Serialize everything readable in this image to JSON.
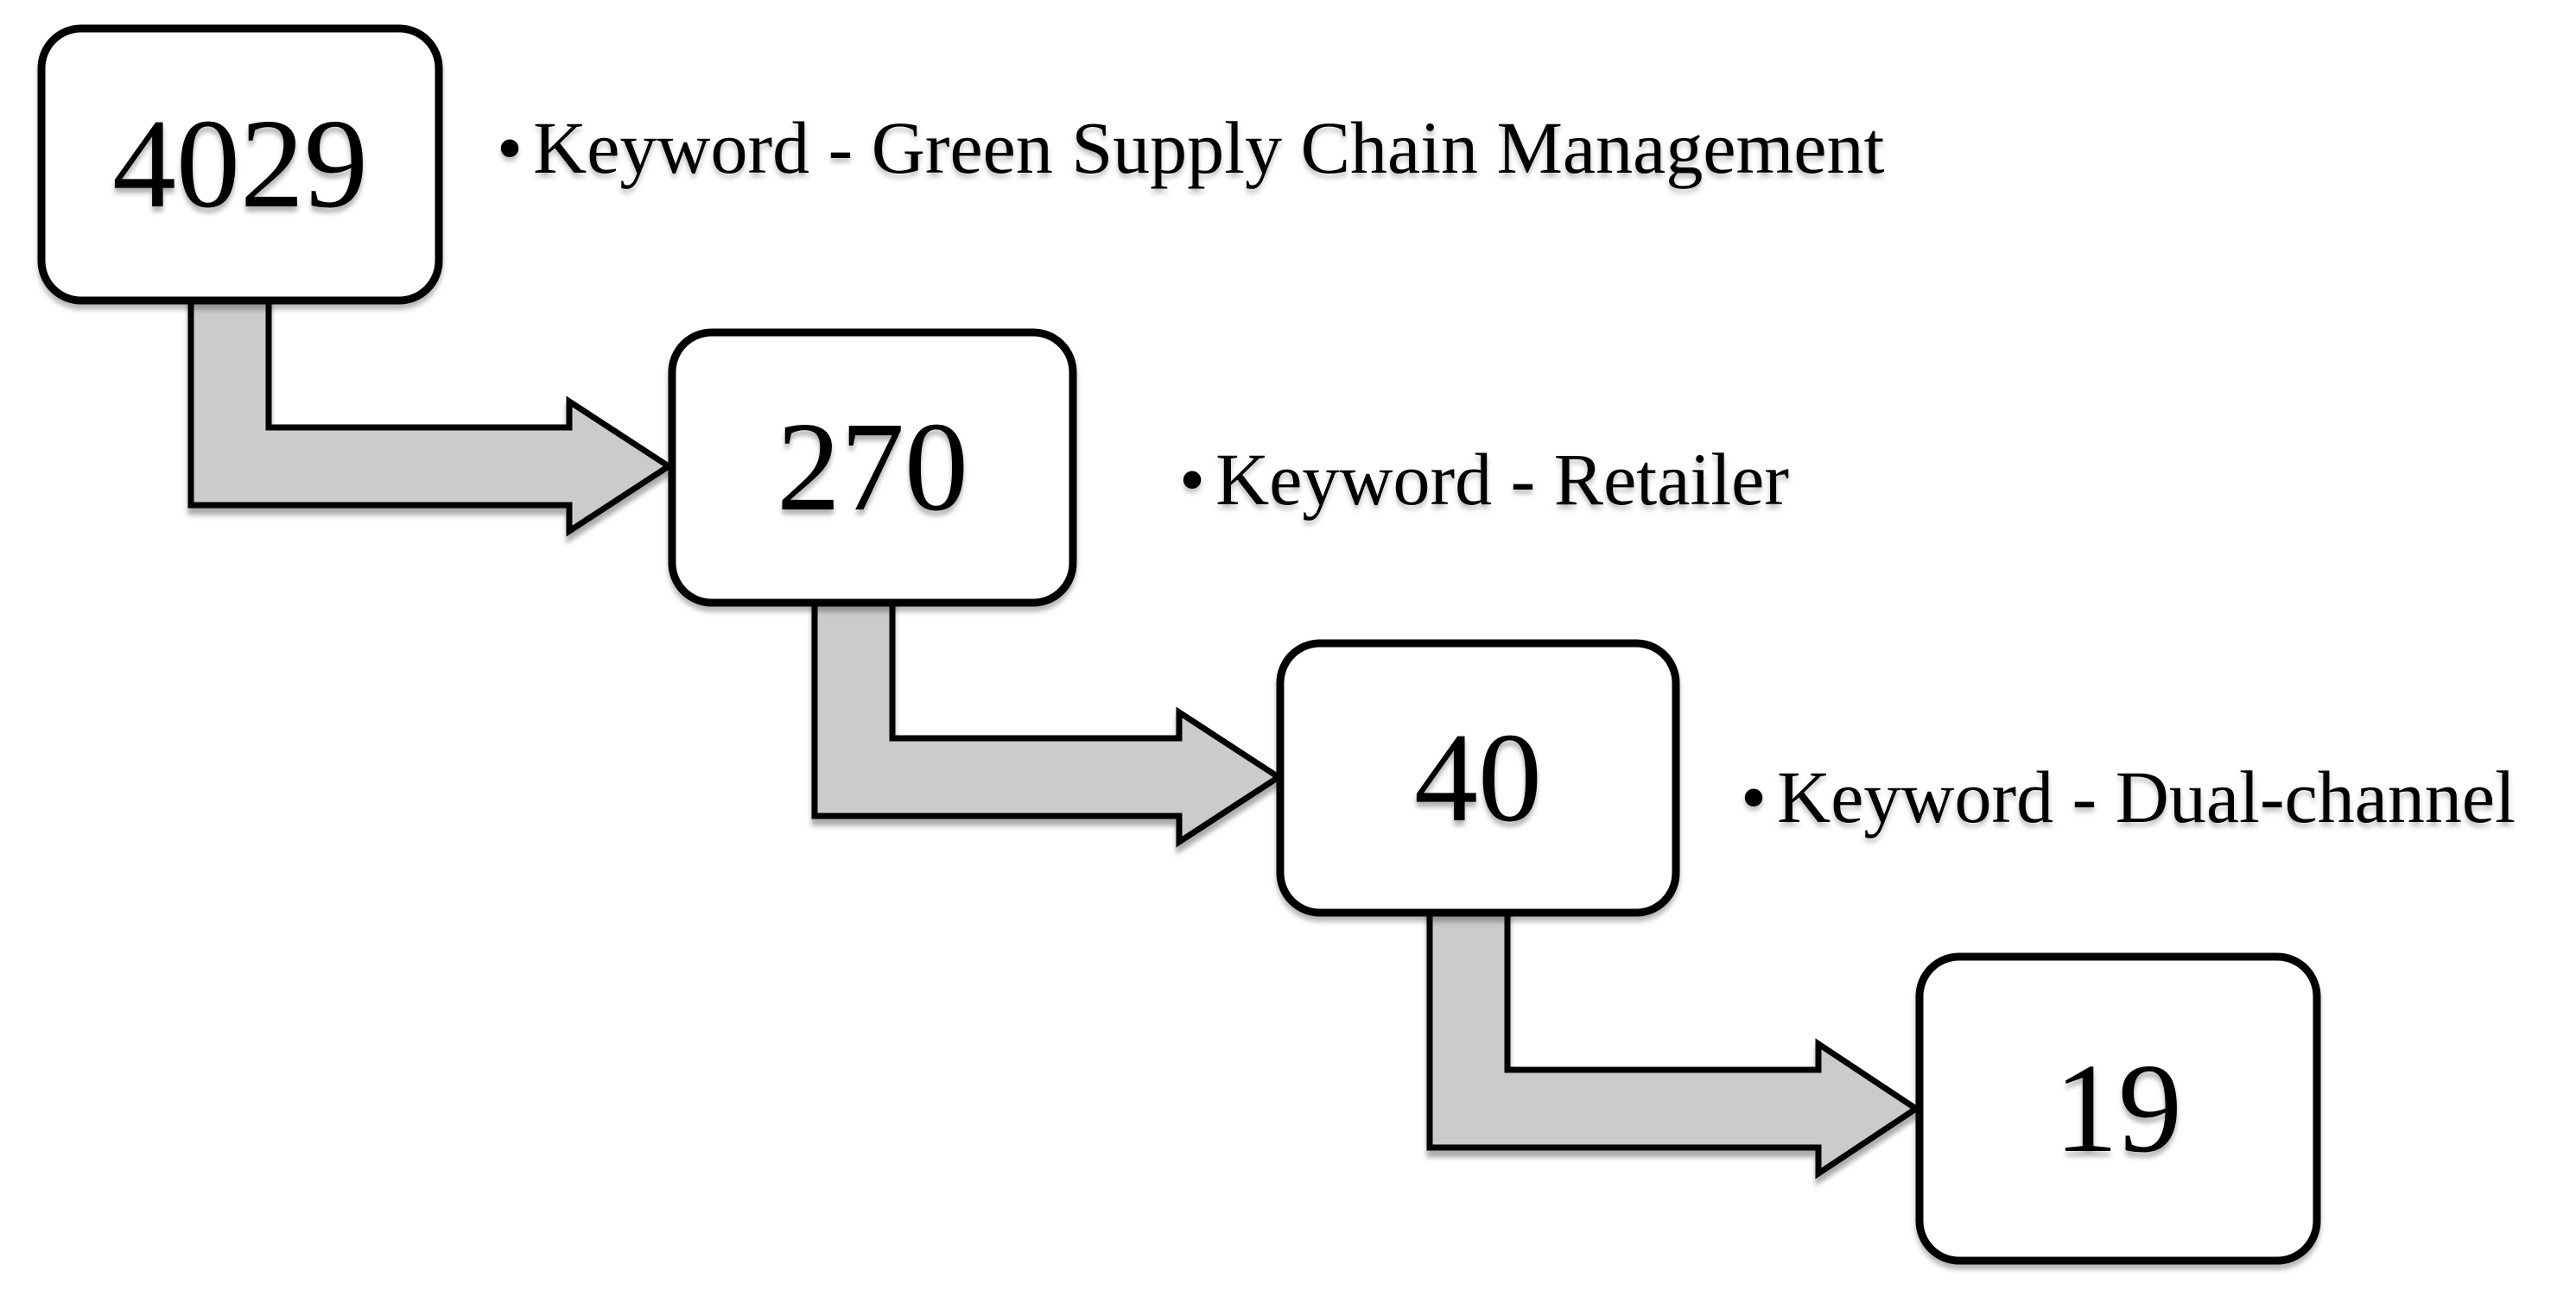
{
  "colors": {
    "background": "#ffffff",
    "box_fill": "#ffffff",
    "outline": "#000000",
    "arrow_fill": "#cbcbcb",
    "text": "#000000"
  },
  "steps": [
    {
      "count": "4029",
      "bullet": "•",
      "label": "Keyword - Green Supply Chain Management"
    },
    {
      "count": "270",
      "bullet": "•",
      "label": "Keyword - Retailer"
    },
    {
      "count": "40",
      "bullet": "•",
      "label": "Keyword - Dual-channel"
    },
    {
      "count": "19"
    }
  ]
}
